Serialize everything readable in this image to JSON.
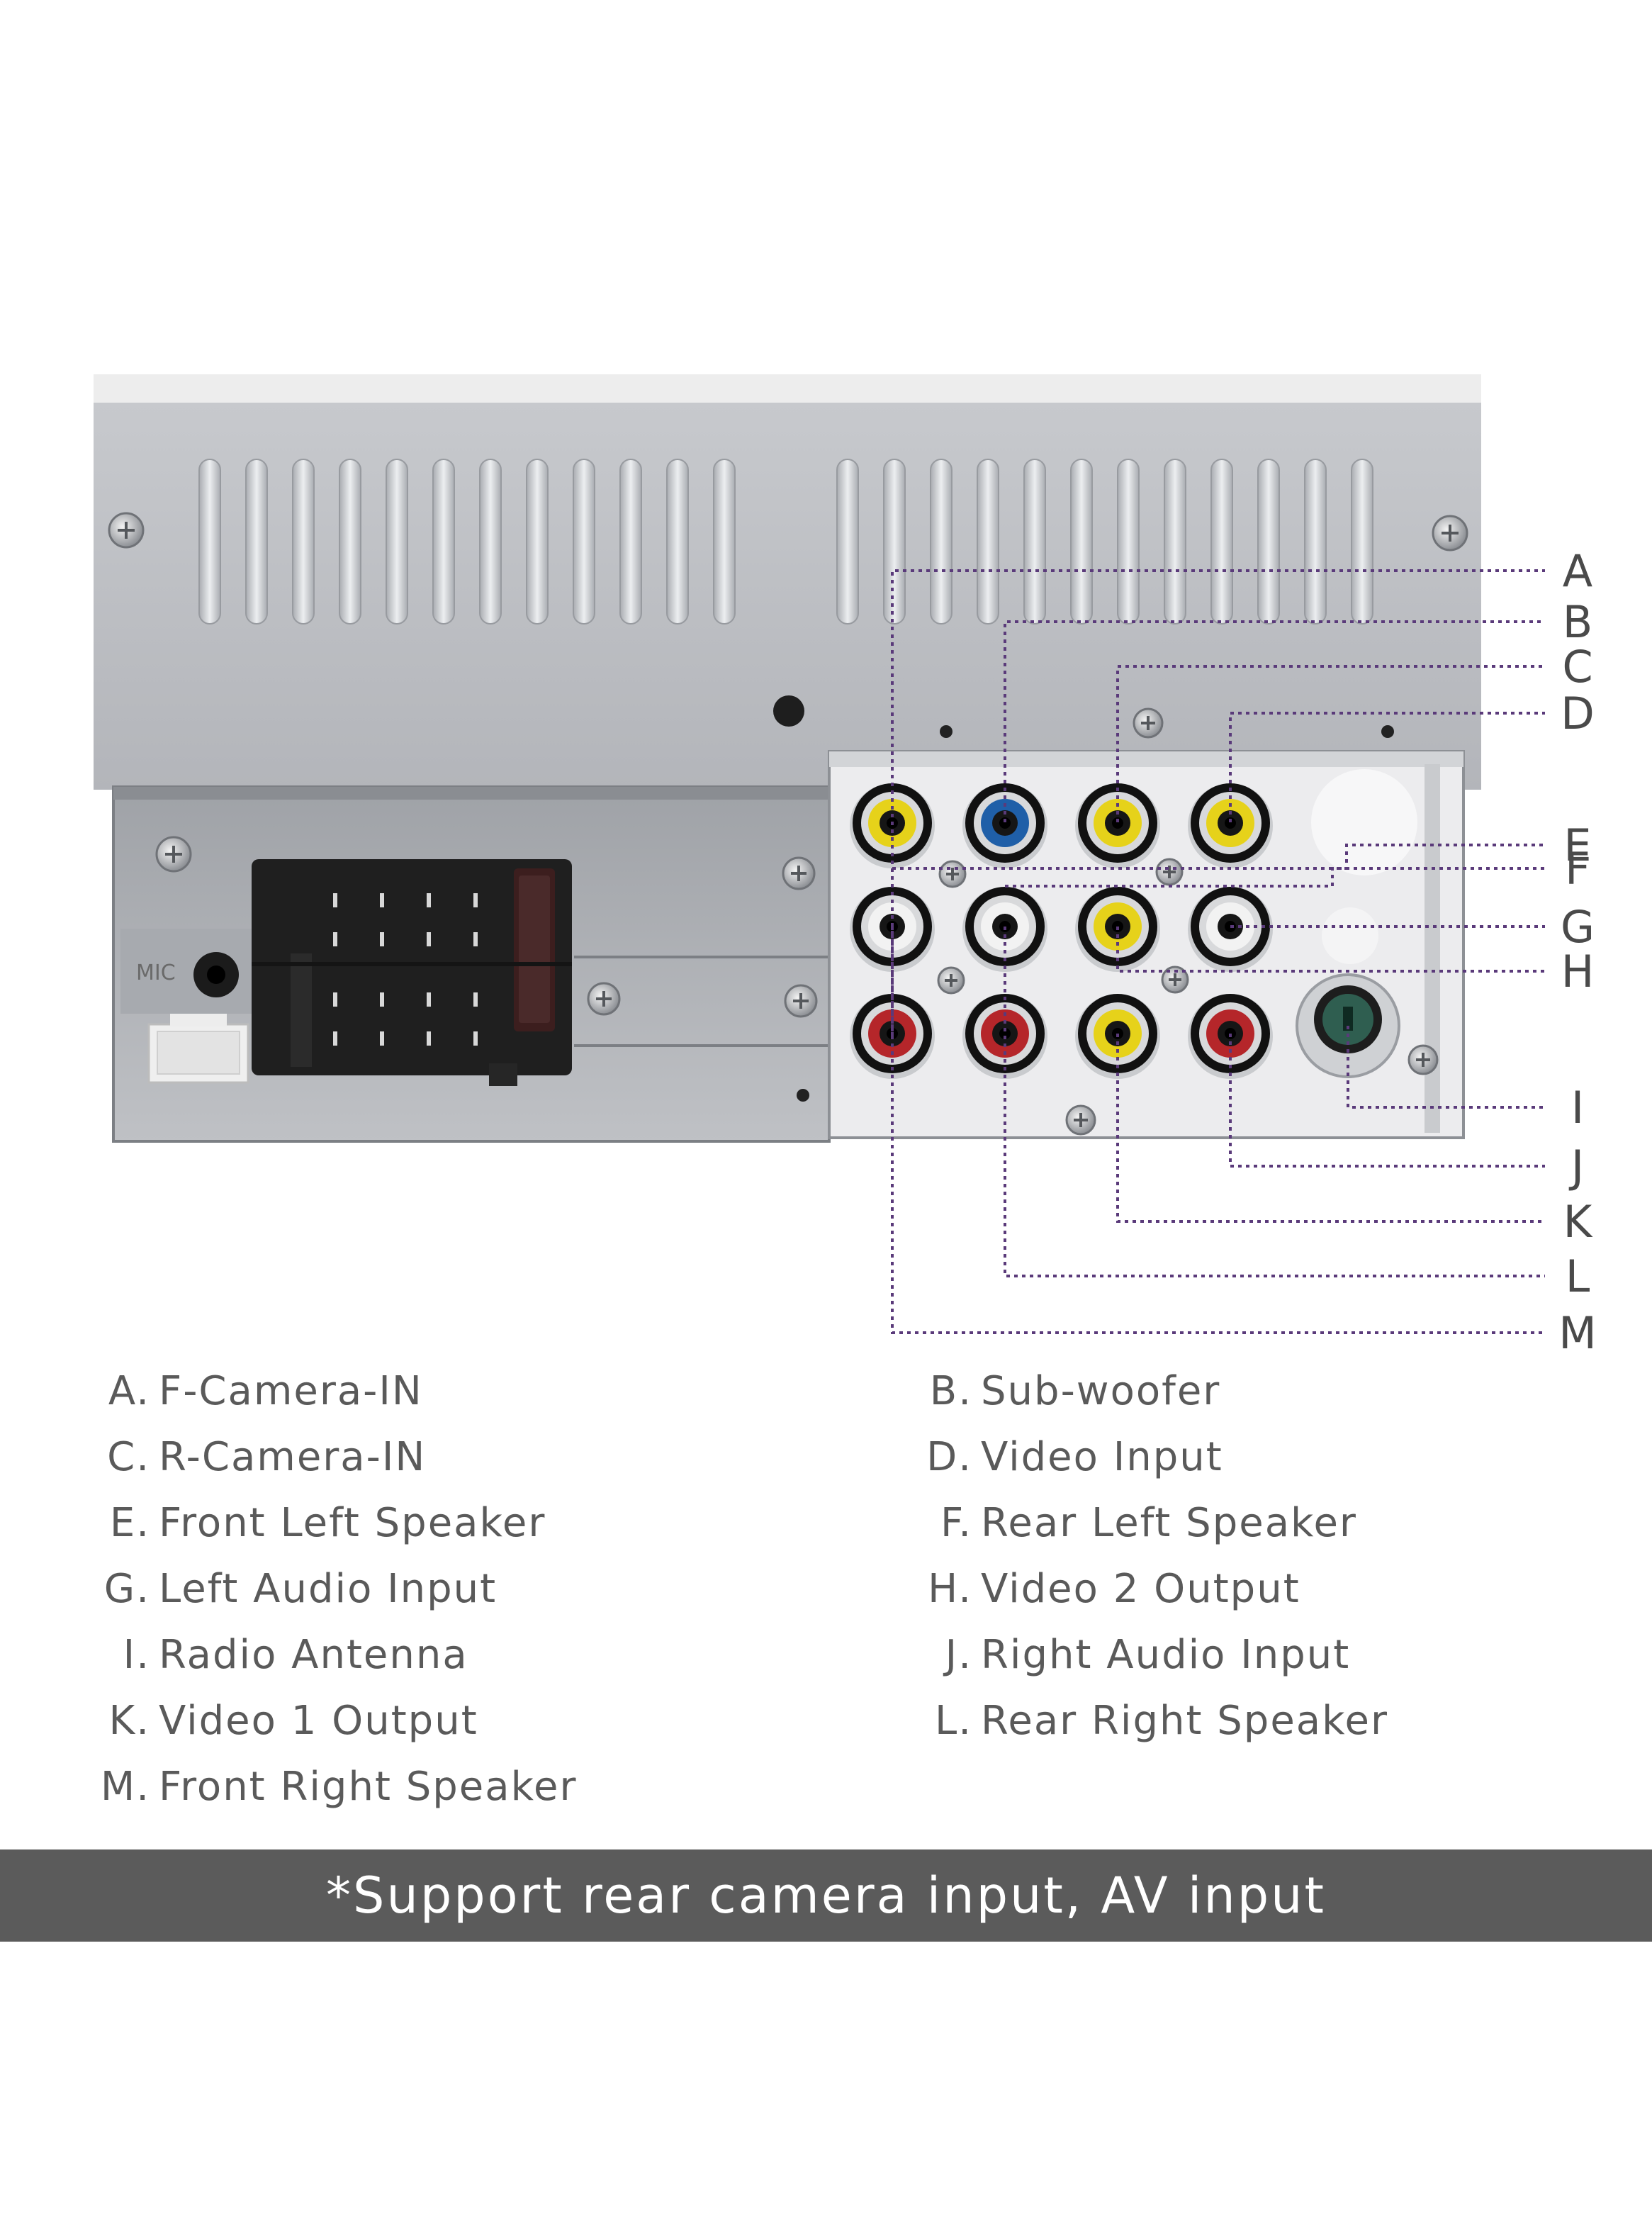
{
  "device": {
    "mic_label": "MIC"
  },
  "callouts": [
    {
      "letter": "A",
      "description": "F-Camera-IN"
    },
    {
      "letter": "B",
      "description": "Sub-woofer"
    },
    {
      "letter": "C",
      "description": "R-Camera-IN"
    },
    {
      "letter": "D",
      "description": "Video Input"
    },
    {
      "letter": "E",
      "description": "Front Left Speaker"
    },
    {
      "letter": "F",
      "description": "Rear Left Speaker"
    },
    {
      "letter": "G",
      "description": "Left Audio Input"
    },
    {
      "letter": "H",
      "description": "Video 2 Output"
    },
    {
      "letter": "I",
      "description": "Radio Antenna"
    },
    {
      "letter": "J",
      "description": "Right Audio Input"
    },
    {
      "letter": "K",
      "description": "Video 1 Output"
    },
    {
      "letter": "L",
      "description": "Rear Right Speaker"
    },
    {
      "letter": "M",
      "description": "Front Right Speaker"
    }
  ],
  "rca_jacks": [
    {
      "row": 1,
      "col": 1,
      "color": "#e6d21a"
    },
    {
      "row": 1,
      "col": 2,
      "color": "#1f5fa8"
    },
    {
      "row": 1,
      "col": 3,
      "color": "#e6d21a"
    },
    {
      "row": 1,
      "col": 4,
      "color": "#e6d21a"
    },
    {
      "row": 2,
      "col": 1,
      "color": "#f2f2f2"
    },
    {
      "row": 2,
      "col": 2,
      "color": "#f2f2f2"
    },
    {
      "row": 2,
      "col": 3,
      "color": "#e6d21a"
    },
    {
      "row": 2,
      "col": 4,
      "color": "#f2f2f2"
    },
    {
      "row": 3,
      "col": 1,
      "color": "#b5262a"
    },
    {
      "row": 3,
      "col": 2,
      "color": "#b5262a"
    },
    {
      "row": 3,
      "col": 3,
      "color": "#e6d21a"
    },
    {
      "row": 3,
      "col": 4,
      "color": "#b5262a"
    }
  ],
  "antenna_color": "#2f5e50",
  "leader_color": "#5a3a7a",
  "banner": {
    "text": "*Support rear camera input, AV input"
  }
}
